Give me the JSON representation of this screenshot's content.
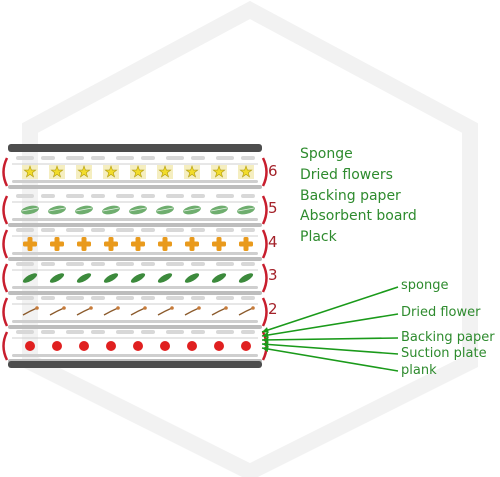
{
  "legend_top": [
    "Sponge",
    "Dried flowers",
    "Backing paper",
    "Absorbent board",
    "Plack"
  ],
  "legend_bottom": [
    "sponge",
    "Dried flower",
    "Backing paper",
    "Suction plate",
    "plank"
  ],
  "layers": [
    {
      "number": "6",
      "flower": "yellow-star-flower-icon"
    },
    {
      "number": "5",
      "flower": "green-leaf-icon"
    },
    {
      "number": "4",
      "flower": "orange-cross-flower-icon"
    },
    {
      "number": "3",
      "flower": "green-pod-icon"
    },
    {
      "number": "2",
      "flower": "dried-sprig-icon"
    },
    {
      "number": "",
      "flower": "red-dot-flower-icon"
    }
  ],
  "colors": {
    "label_green": "#2e8b2e",
    "arrow_green": "#1a9a1a",
    "bracket_red": "#c81e2e",
    "number_red": "#a4222a",
    "plate_dark": "#4d4d4d",
    "sponge_gray": "#d8d8d8",
    "flower_yellow": "#f2dc2a",
    "flower_orange": "#e99a1c",
    "flower_red": "#e02020",
    "leaf_green": "#3c8a3c"
  }
}
